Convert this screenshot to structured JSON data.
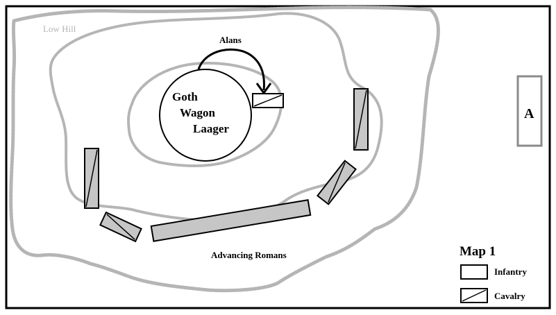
{
  "map": {
    "title": "Map 1",
    "labels": {
      "low_hill": "Low Hill",
      "alans": "Alans",
      "goth_line1": "Goth",
      "goth_line2": "Wagon",
      "goth_line3": "Laager",
      "advancing_romans": "Advancing Romans",
      "position_a": "A"
    },
    "legend": {
      "infantry": "Infantry",
      "cavalry": "Cavalry"
    },
    "colors": {
      "hill_contour": "#b5b5b5",
      "unit_fill": "#c6c6c6",
      "border": "#000000",
      "position_marker": "#8a8a8a",
      "background": "#ffffff"
    }
  }
}
